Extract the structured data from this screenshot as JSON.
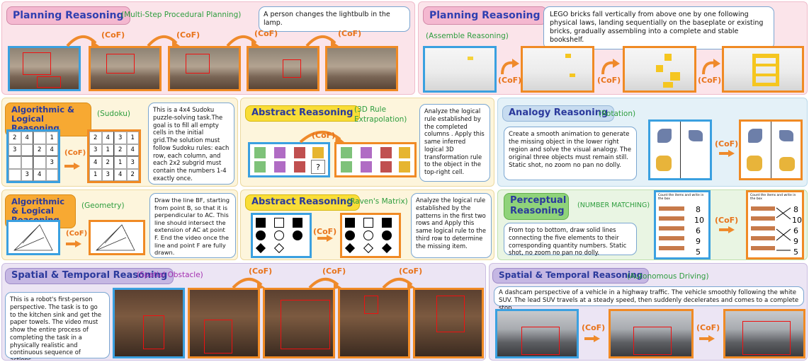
{
  "row1": {
    "left": {
      "title": "Planning Reasoning",
      "subtitle": "(Multi-Step Procedural Planning)",
      "prompt": "A person changes the lightbulb in the lamp.",
      "cof": [
        "(CoF)",
        "(CoF)",
        "(CoF)",
        "(CoF)"
      ]
    },
    "right": {
      "title": "Planning Reasoning",
      "subtitle": "(Assemble Reasoning)",
      "prompt": "LEGO bricks fall vertically from above one by one following physical laws, landing sequentially on the baseplate or existing bricks, gradually assembling into a complete and stable bookshelf.",
      "cof": [
        "(CoF)",
        "(CoF)",
        "(CoF)"
      ]
    }
  },
  "row2": {
    "sudoku": {
      "title": "Algorithmic & Logical Reasoning",
      "subtitle": "(Sudoku)",
      "prompt": "This is a 4x4 Sudoku puzzle-solving task.The goal is to fill all empty cells in the initial grid.The solution must follow Sudoku rules: each row, each column, and each 2x2 subgrid must contain the numbers 1-4 exactly once.",
      "cof": "(CoF)",
      "initial": [
        "2",
        "4",
        "",
        "1",
        "3",
        "",
        "2",
        "4",
        "",
        "",
        "",
        "3",
        "",
        "3",
        "4",
        ""
      ],
      "solved": [
        "2",
        "4",
        "3",
        "1",
        "3",
        "1",
        "2",
        "4",
        "4",
        "2",
        "1",
        "3",
        "1",
        "3",
        "4",
        "2"
      ]
    },
    "abstract3d": {
      "title": "Abstract Reasoning",
      "subtitle": "(3D Rule Extrapolation)",
      "prompt": "Analyze the logical rule established by the completed columns . Apply this same inferred logical 3D transformation rule to the object in the top-right cell.",
      "cof": "(CoF)",
      "missing": "?"
    },
    "analogy": {
      "title": "Analogy Reasoning",
      "subtitle": "(Rotation)",
      "prompt": "Create a smooth animation to generate the missing object in the lower right region and solve the visual analogy. The original three objects must remain still. Static shot, no zoom no pan no dolly.",
      "cof": "(CoF)"
    }
  },
  "row3": {
    "geometry": {
      "title": "Algorithmic & Logical Reasoning",
      "subtitle": "(Geometry)",
      "prompt": "Draw the line BF, starting from point B, so that it is perpendicular to AC. This line should intersect the extension of AC at point F. End the video once the line and point F are fully drawn.",
      "cof": "(CoF)"
    },
    "raven": {
      "title": "Abstract Reasoning",
      "subtitle": "(Raven's Matrix)",
      "prompt": "Analyze the logical rule established by the patterns in the first two rows and Apply this same logical rule to the third row to determine the missing item.",
      "cof": "(CoF)"
    },
    "perceptual": {
      "title": "Perceptual Reasoning",
      "subtitle": "(NUMBER MATCHING)",
      "prompt": "From top to bottom, draw solid lines connecting the five elements to their corresponding quantity numbers. Static shot, no zoom no pan no dolly.",
      "cof": "(CoF)",
      "header": "Count the items and write in the box",
      "numbers": [
        "8",
        "10",
        "6",
        "9",
        "5"
      ]
    }
  },
  "row4": {
    "spatial": {
      "title": "Spatial & Temporal Reasoning",
      "subtitle": "(Spatial Obstacle)",
      "prompt": "This is a robot's first-person perspective. The task is to go to the kitchen sink and get the paper towels. The video must show the entire process of completing the task in a physically realistic and continuous sequence of actions.",
      "cof": [
        "(CoF)",
        "(CoF)",
        "(CoF)"
      ]
    },
    "driving": {
      "title": "Spatial & Temporal Reasoning",
      "subtitle": "(Autonomous Driving)",
      "prompt": "A dashcam perspective of a vehicle in a highway traffic. The vehicle smoothly following the white SUV. The lead SUV travels at a steady speed, then suddenly decelerates and comes to a complete stop.",
      "cof": [
        "(CoF)",
        "(CoF)"
      ]
    }
  },
  "colors": {
    "orange_frame": "#f08a24",
    "blue_frame": "#3aa0e0",
    "highlight": "#ee1111"
  }
}
